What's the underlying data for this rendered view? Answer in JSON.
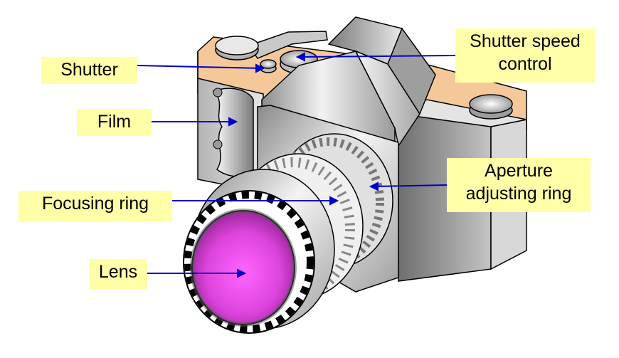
{
  "colors": {
    "label_background": "#ffffa8",
    "pointer_line": "#0000cc",
    "body_tan": "#f5c89a",
    "lens_magenta": "#ee55ee",
    "metal_gray": "#c8c8c8"
  },
  "labels": {
    "shutter": "Shutter",
    "film": "Film",
    "focusing_ring": "Focusing ring",
    "lens": "Lens",
    "shutter_speed_control": {
      "line1": "Shutter speed",
      "line2": "control"
    },
    "aperture_adjusting_ring": {
      "line1": "Aperture",
      "line2": "adjusting ring"
    }
  }
}
